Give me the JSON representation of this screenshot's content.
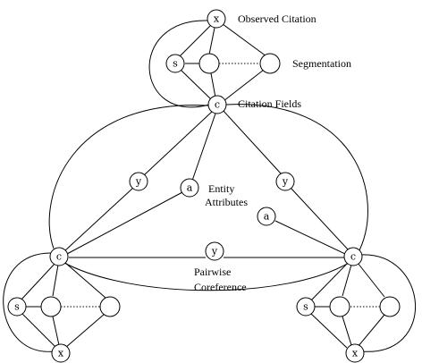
{
  "diagram": {
    "annotations": {
      "observed_citation": "Observed Citation",
      "segmentation": "Segmentation",
      "citation_fields": "Citation Fields",
      "entity_attributes_line1": "Entity",
      "entity_attributes_line2": "Attributes",
      "pairwise_coreference_line1": "Pairwise",
      "pairwise_coreference_line2": "Coreference"
    },
    "node_labels": {
      "x": "x",
      "s": "s",
      "c": "c",
      "y": "y",
      "a": "a"
    }
  }
}
